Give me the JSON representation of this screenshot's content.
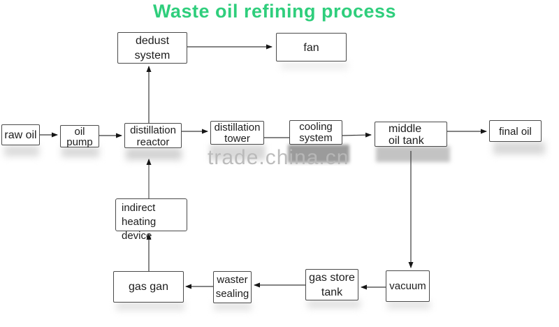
{
  "title": "Waste oil refining process",
  "title_color": "#2fce7c",
  "watermark": "trade.china.cn",
  "flowchart": {
    "nodes": {
      "dedust_system": "dedust\nsystem",
      "fan": "fan",
      "raw_oil": "raw oil",
      "oil_pump": "oil\npump",
      "distillation_reactor": "distillation\nreactor",
      "distillation_tower": "distillation\ntower",
      "cooling_system": "cooling\nsystem",
      "middle_oil_tank": "middle\noil tank",
      "final_oil": "final oil",
      "indirect_heating_device": "indirect\nheating device",
      "gas_gan": "gas gan",
      "waster_sealing": "waster\nsealing",
      "gas_store_tank": "gas store\ntank",
      "vacuum": "vacuum"
    },
    "edges": [
      {
        "from": "raw oil",
        "to": "oil pump"
      },
      {
        "from": "oil pump",
        "to": "distillation reactor"
      },
      {
        "from": "distillation reactor",
        "to": "distillation tower"
      },
      {
        "from": "distillation tower",
        "to": "cooling system"
      },
      {
        "from": "cooling system",
        "to": "middle oil tank"
      },
      {
        "from": "middle oil tank",
        "to": "final oil"
      },
      {
        "from": "distillation reactor",
        "to": "dedust system"
      },
      {
        "from": "dedust system",
        "to": "fan"
      },
      {
        "from": "indirect heating device",
        "to": "distillation reactor"
      },
      {
        "from": "gas gan",
        "to": "indirect heating device"
      },
      {
        "from": "middle oil tank",
        "to": "vacuum"
      },
      {
        "from": "vacuum",
        "to": "gas store tank"
      },
      {
        "from": "gas store tank",
        "to": "waster sealing"
      },
      {
        "from": "waster sealing",
        "to": "gas gan"
      }
    ]
  }
}
